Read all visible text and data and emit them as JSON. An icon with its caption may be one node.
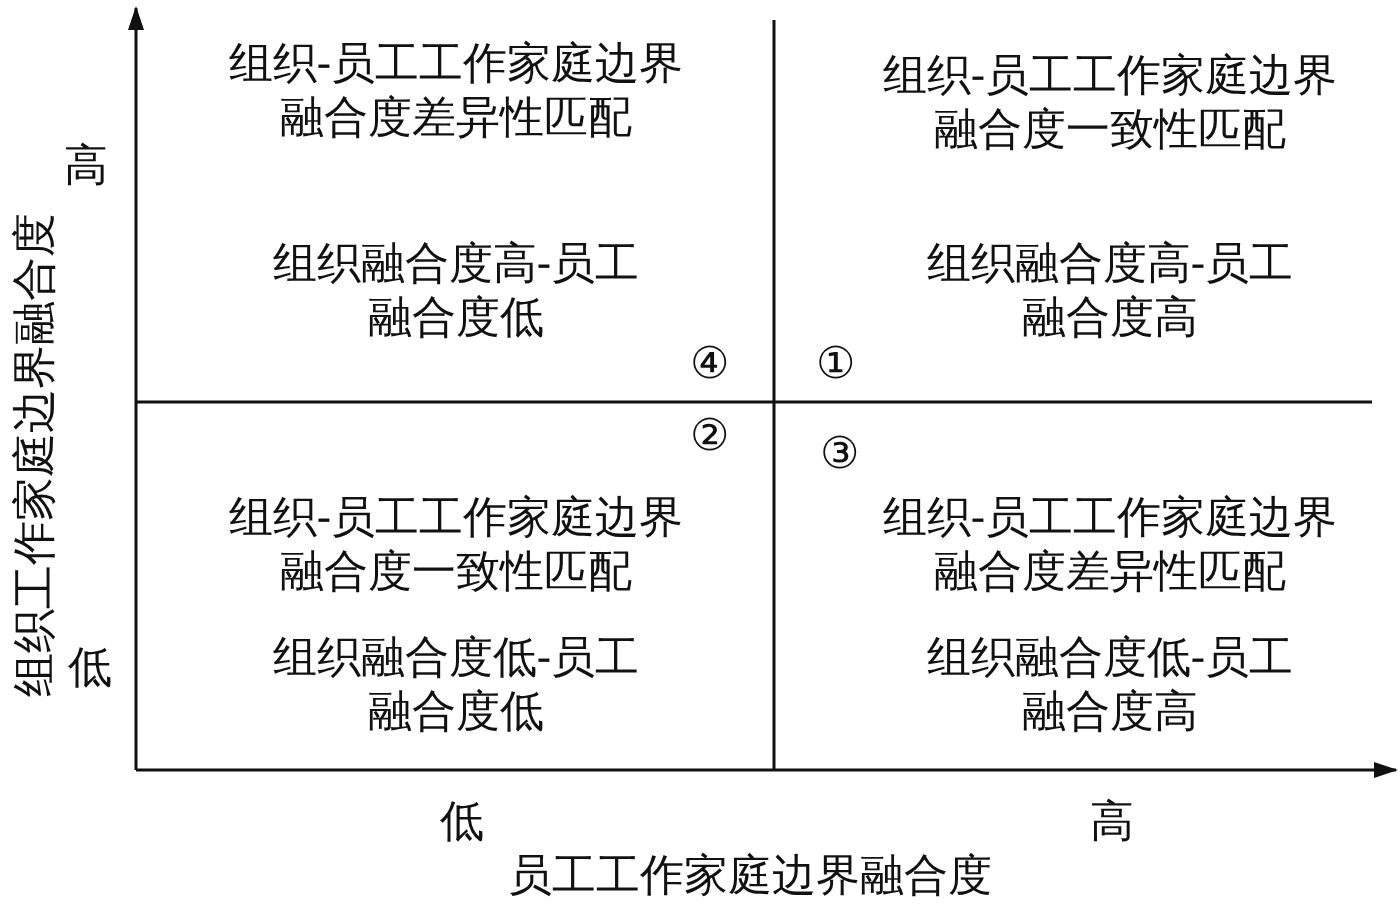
{
  "diagram": {
    "labels": [
      "组织-员工工作家庭边界融合度差异性匹配",
      "组织-员工工作家庭边界融合度一致性匹配",
      "组织融合度高-员工融合度低",
      "组织融合度高-员工融合度高",
      "④",
      "①",
      "②",
      "③",
      "组织-员工工作家庭边界融合度一致性匹配",
      "组织-员工工作家庭边界融合度差异性匹配",
      "组织融合度低-员工融合度低",
      "组织融合度低-员工融合度高",
      "组织工作家庭边界融合度",
      "高",
      "低",
      "低",
      "高",
      "员工工作家庭边界融合度"
    ]
  }
}
